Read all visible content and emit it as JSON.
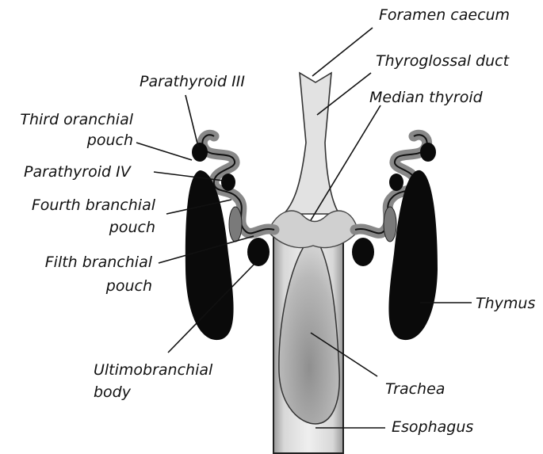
{
  "labels": {
    "foramen_caecum": "Foramen caecum",
    "thyroglossal_duct": "Thyroglossal duct",
    "median_thyroid": "Median thyroid",
    "parathyroid_iii": "Parathyroid III",
    "third_branchial_pouch_1": "Third oranchial",
    "third_branchial_pouch_2": "pouch",
    "parathyroid_iv": "Parathyroid IV",
    "fourth_branchial_pouch_1": "Fourth branchial",
    "fourth_branchial_pouch_2": "pouch",
    "fifth_branchial_pouch_1": "Filth branchial",
    "fifth_branchial_pouch_2": "pouch",
    "ultimobranchial_body_1": "Ultimobranchial",
    "ultimobranchial_body_2": "body",
    "thymus": "Thymus",
    "trachea": "Trachea",
    "esophagus": "Esophagus"
  },
  "colors": {
    "ink": "#111111",
    "tissue": "#bdbdbd",
    "lumen": "#dcdcdc",
    "organ_black": "#0a0a0a"
  }
}
